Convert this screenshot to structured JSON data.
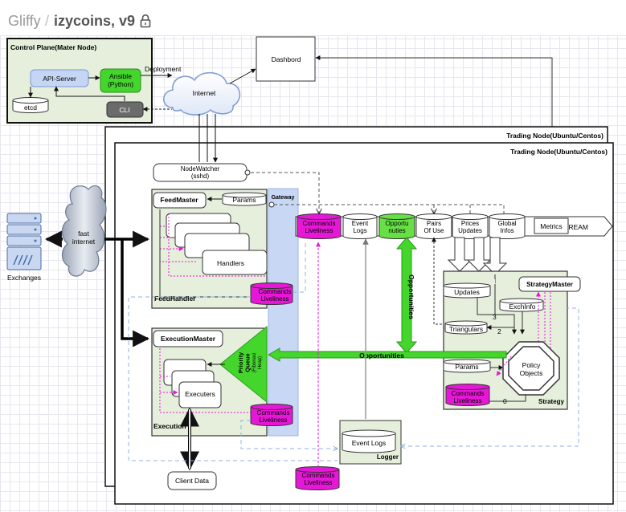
{
  "app": {
    "brand": "Gliffy",
    "separator": "/",
    "title": "izycoins, v9"
  },
  "icons": {
    "lock": "lock-icon"
  },
  "colors": {
    "green_box": "#e6efdc",
    "blue_gateway": "#c8d8f4",
    "magenta": "#e617d6",
    "bright_green": "#44d62c",
    "cli_gray": "#6b6b6b",
    "api_blue": "#c5d6f5"
  },
  "diagram": {
    "control_plane": "Control Plane(Mater Node)",
    "api_server": "API-Server",
    "ansible": "Ansible\n(Python)",
    "etcd": "etcd",
    "cli": "CLI",
    "deployment": "Deployment",
    "internet": "Internet",
    "dashboard": "Dashbord",
    "trading_node_outer": "Trading Node(Ubuntu/Centos)",
    "trading_node_inner": "Trading Node(Ubuntu/Centos)",
    "nodewatcher": "NodeWatcher\n(sshd)",
    "exchanges": "Exchanges",
    "fast_internet": "fast\ninternet",
    "feedmaster": "FeedMaster",
    "params": "Params",
    "gateway": "Gateway",
    "handlers": "Handlers",
    "feedhandler": "FeedHandler",
    "commands_liveliness": "Commands\nLiveliness",
    "event_logs_db": "Event\nLogs",
    "opportunities_db": "Opportu\nnuties",
    "pairs_of_use": "Pairs\nOf Use",
    "prices_updates": "Prices\nUpdates",
    "global_infos": "Global\nInfos",
    "event_stream": "EVENT STREAM",
    "metrics": "Metrics",
    "opportunities_vertical": "Opportunities",
    "opportunities_horizontal": "Opportunities",
    "updates": "Updates",
    "strategy_master": "StrategyMaster",
    "exch_info": "ExchInfo",
    "triangulars": "Triangulars",
    "num_3": "3",
    "num_2": "2",
    "num_1": "1",
    "num_0": "0",
    "policy_objects": "Policy\nObjects",
    "strategy": "Strategy",
    "execution_master": "ExecutionMaster",
    "priority_queue": "Priority\nQueue",
    "priority_queue_sub": "(Fibonaci\nHeap)",
    "executers": "Executers",
    "execution": "Execution",
    "event_logs": "Event Logs",
    "logger": "Logger",
    "client_data": "Client Data"
  }
}
